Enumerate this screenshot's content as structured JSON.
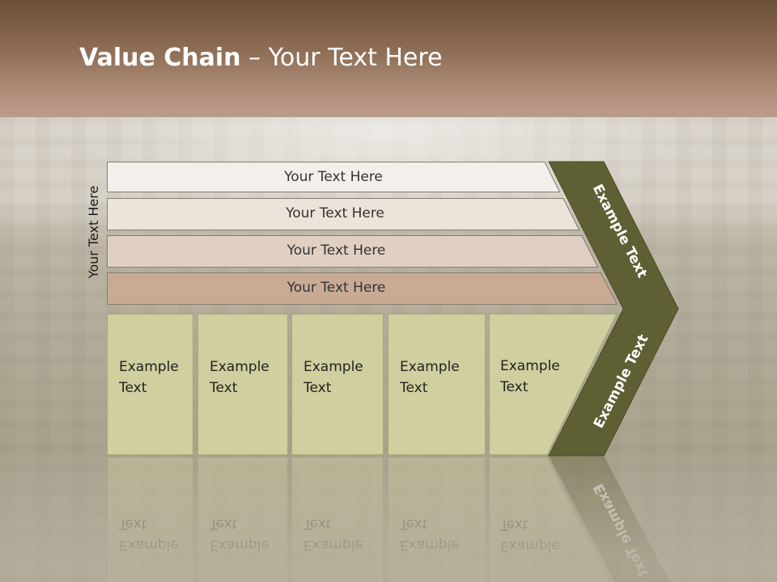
{
  "title": {
    "bold": "Value Chain",
    "rest": " – Your Text Here"
  },
  "side_label": "Your Text Here",
  "rows": [
    {
      "label": "Your Text Here",
      "fill": "#f3f0ec"
    },
    {
      "label": "Your Text Here",
      "fill": "#ece3da"
    },
    {
      "label": "Your Text Here",
      "fill": "#e0d0c3"
    },
    {
      "label": "Your Text Here",
      "fill": "#c9ab95"
    }
  ],
  "columns": [
    {
      "line1": "Example",
      "line2": "Text"
    },
    {
      "line1": "Example",
      "line2": "Text"
    },
    {
      "line1": "Example",
      "line2": "Text"
    },
    {
      "line1": "Example",
      "line2": "Text"
    },
    {
      "line1": "Example",
      "line2": "Text"
    }
  ],
  "chevron": {
    "upper_label": "Example Text",
    "lower_label": "Example Text",
    "color": "#5f5f34"
  }
}
